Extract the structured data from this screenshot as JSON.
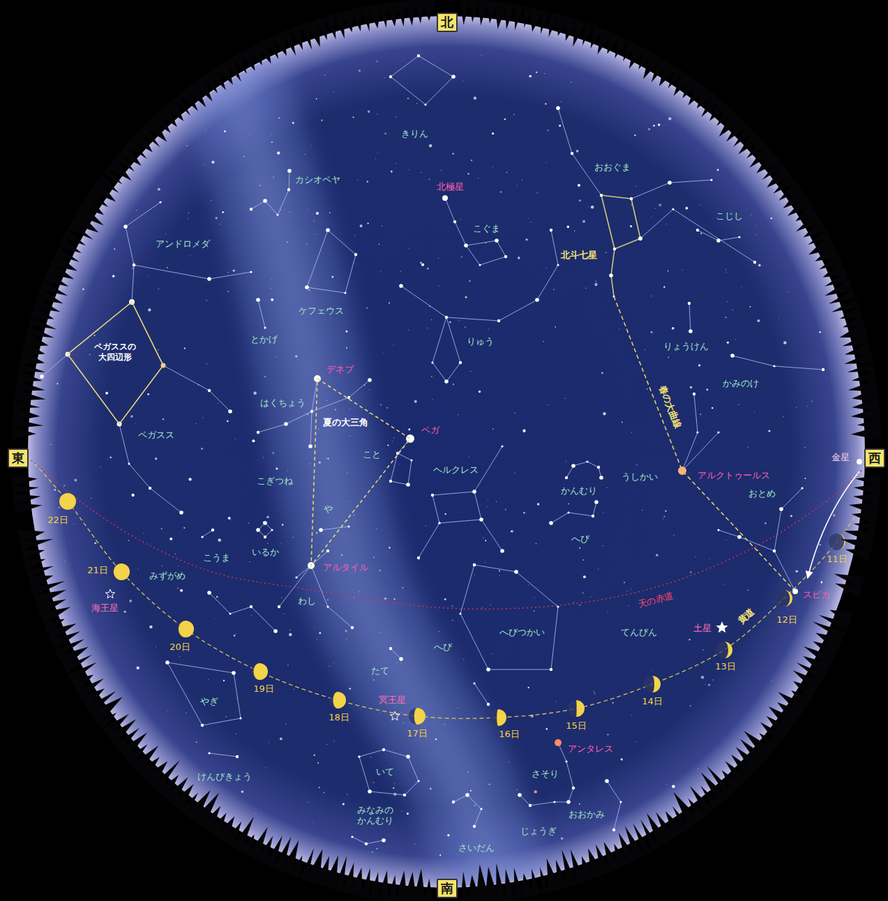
{
  "diagram": {
    "nodes": [
      {
        "text": [
          "北"
        ]
      },
      {
        "text": [
          "ペガススの 大四辺形"
        ]
      },
      {
        "text": [
          "夏の大三角"
        ]
      },
      {
        "text": [
          "東"
        ]
      },
      {
        "text": [
          "西"
        ]
      },
      {
        "text": [
          "南"
        ]
      }
    ],
    "labels": [
      "きりん",
      "カシオペヤ",
      "北極星",
      "こぐま",
      "おおぐま",
      "こじし",
      "アンドロメダ",
      "北斗七星",
      "ケフェウス",
      "とかげ",
      "りゅう",
      "りょうけん",
      "デネブ",
      "かみのけ",
      "はくちょう",
      "春の大曲線",
      "ペガスス",
      "ベガ",
      "こと",
      "金星",
      "ヘルクレス",
      "うしかい",
      "アルクトゥールス",
      "おとめ",
      "かんむり",
      "こぎつね",
      "や",
      "22日",
      "へび",
      "いるか",
      "こうま",
      "11日",
      "アルタイル",
      "21日",
      "みずがめ",
      "スピカ",
      "天の赤道",
      "わし",
      "海王星",
      "黄道",
      "12日",
      "土星",
      "てんびん",
      "へびつかい",
      "20日",
      "へび",
      "13日",
      "たて",
      "19日",
      "冥王星",
      "やぎ",
      "14日",
      "18日",
      "15日",
      "17日",
      "16日",
      "アンタレス",
      "いて",
      "さそり",
      "けんびきょう",
      "おおかみ",
      "みなみの かんむり",
      "じょうぎ",
      "さいだん"
    ]
  }
}
